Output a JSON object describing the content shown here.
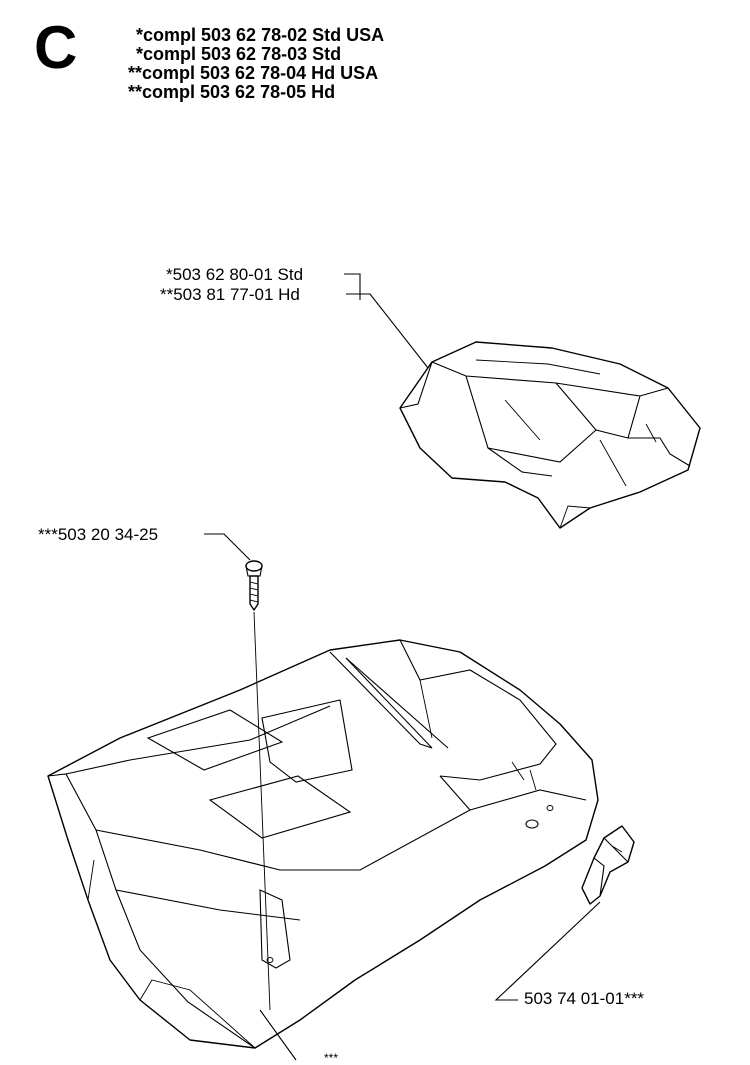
{
  "section": {
    "letter": "C"
  },
  "kits": [
    "*compl 503 62 78-02 Std USA",
    "*compl 503 62 78-03 Std",
    "**compl 503 62 78-04 Hd USA",
    "**compl 503 62 78-05 Hd"
  ],
  "callouts": {
    "air_filter_cover_std": "*503 62 80-01 Std",
    "air_filter_cover_hd": "**503 81 77-01 Hd",
    "screw": "***503 20 34-25",
    "choke_button": "503 74 01-01***",
    "cylinder_cover": "***"
  }
}
